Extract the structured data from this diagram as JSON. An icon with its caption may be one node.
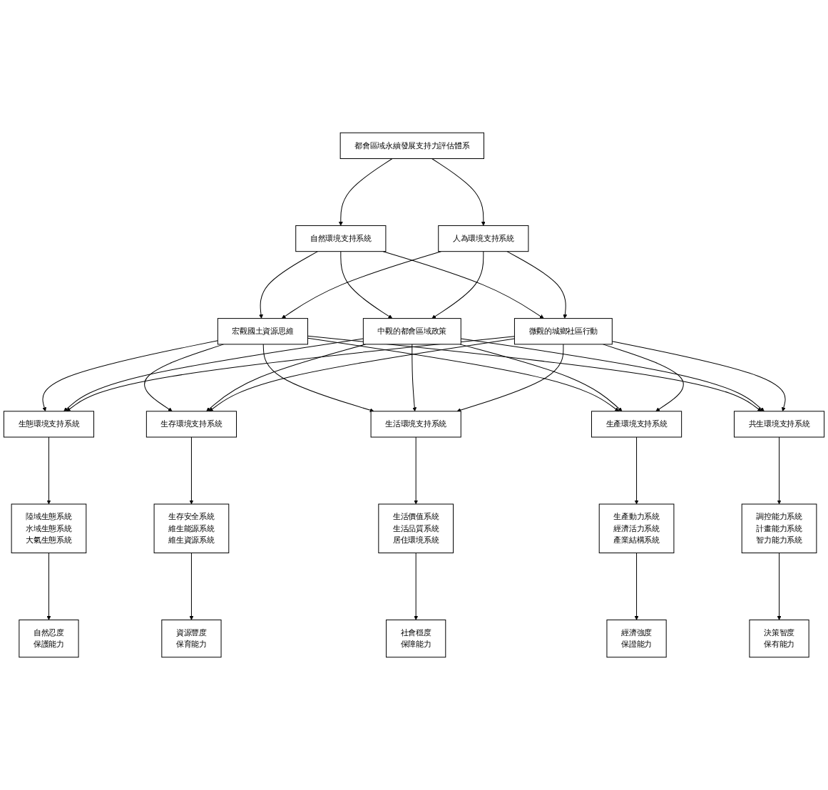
{
  "diagram": {
    "nodes": [
      {
        "text": [
          "都會區域永續發展支持力評估體系"
        ]
      },
      {
        "text": [
          "自然環境支持系統"
        ]
      },
      {
        "text": [
          "人為環境支持系統"
        ]
      },
      {
        "text": [
          "宏觀國土資源思維"
        ]
      },
      {
        "text": [
          "中觀的都會區域政策"
        ]
      },
      {
        "text": [
          "微觀的城鄉社區行動"
        ]
      },
      {
        "text": [
          "生態環境支持系統"
        ]
      },
      {
        "text": [
          "生存環境支持系統"
        ]
      },
      {
        "text": [
          "生活環境支持系統"
        ]
      },
      {
        "text": [
          "生產環境支持系統"
        ]
      },
      {
        "text": [
          "共生環境支持系統"
        ]
      },
      {
        "text": [
          "陸域生態系統",
          "水域生態系統",
          "大氣生態系統"
        ]
      },
      {
        "text": [
          "生存安全系統",
          "維生能源系統",
          "維生資源系統"
        ]
      },
      {
        "text": [
          "生活價值系統",
          "生活品質系統",
          "居住環境系統"
        ]
      },
      {
        "text": [
          "生產動力系統",
          "經濟活力系統",
          "產業結構系統"
        ]
      },
      {
        "text": [
          "調控能力系統",
          "計畫能力系統",
          "智力能力系統"
        ]
      },
      {
        "text": [
          "自然忍度",
          "保護能力"
        ]
      },
      {
        "text": [
          "資源豐度",
          "保育能力"
        ]
      },
      {
        "text": [
          "社會穩度",
          "保障能力"
        ]
      },
      {
        "text": [
          "經濟強度",
          "保證能力"
        ]
      },
      {
        "text": [
          "決策智度",
          "保有能力"
        ]
      }
    ],
    "edges": [
      {
        "from": 0,
        "to": 1,
        "arrow": "to"
      },
      {
        "from": 0,
        "to": 2,
        "arrow": "to"
      },
      {
        "from": 1,
        "to": 3,
        "arrow": "to"
      },
      {
        "from": 1,
        "to": 4,
        "arrow": "to"
      },
      {
        "from": 1,
        "to": 5,
        "arrow": "to"
      },
      {
        "from": 2,
        "to": 3,
        "arrow": "to"
      },
      {
        "from": 2,
        "to": 4,
        "arrow": "to"
      },
      {
        "from": 2,
        "to": 5,
        "arrow": "to"
      },
      {
        "from": 3,
        "to": 6,
        "arrow": "to"
      },
      {
        "from": 3,
        "to": 7,
        "arrow": "to"
      },
      {
        "from": 3,
        "to": 8,
        "arrow": "to"
      },
      {
        "from": 3,
        "to": 9,
        "arrow": "to"
      },
      {
        "from": 3,
        "to": 10,
        "arrow": "to"
      },
      {
        "from": 4,
        "to": 6,
        "arrow": "to"
      },
      {
        "from": 4,
        "to": 7,
        "arrow": "to"
      },
      {
        "from": 4,
        "to": 8,
        "arrow": "to"
      },
      {
        "from": 4,
        "to": 9,
        "arrow": "to"
      },
      {
        "from": 4,
        "to": 10,
        "arrow": "to"
      },
      {
        "from": 5,
        "to": 6,
        "arrow": "to"
      },
      {
        "from": 5,
        "to": 7,
        "arrow": "to"
      },
      {
        "from": 5,
        "to": 8,
        "arrow": "to"
      },
      {
        "from": 5,
        "to": 9,
        "arrow": "to"
      },
      {
        "from": 5,
        "to": 10,
        "arrow": "to"
      },
      {
        "from": 6,
        "to": 11,
        "arrow": "to"
      },
      {
        "from": 7,
        "to": 12,
        "arrow": "to"
      },
      {
        "from": 8,
        "to": 13,
        "arrow": "to"
      },
      {
        "from": 9,
        "to": 14,
        "arrow": "to"
      },
      {
        "from": 10,
        "to": 15,
        "arrow": "to"
      },
      {
        "from": 11,
        "to": 16,
        "arrow": "to"
      },
      {
        "from": 12,
        "to": 17,
        "arrow": "to"
      },
      {
        "from": 13,
        "to": 18,
        "arrow": "to"
      },
      {
        "from": 14,
        "to": 19,
        "arrow": "to"
      },
      {
        "from": 15,
        "to": 20,
        "arrow": "to"
      }
    ]
  }
}
